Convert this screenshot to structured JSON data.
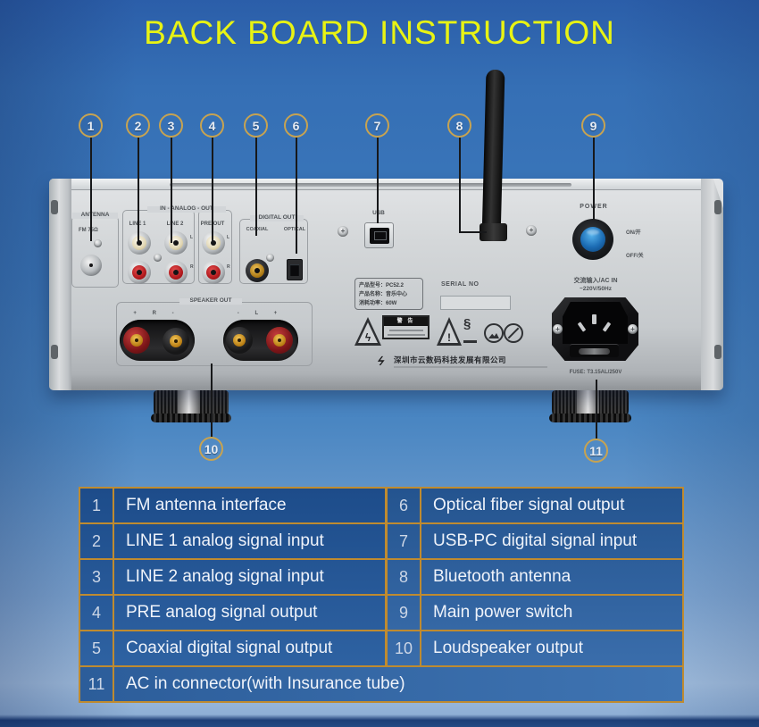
{
  "title": "BACK BOARD INSTRUCTION",
  "colors": {
    "background_blue": "#3a76ba",
    "title_yellow": "#e8f313",
    "callout_gold": "#c7a351",
    "table_border_gold": "#bf8b30",
    "table_blue": "#235593",
    "panel_silver": "#cfd3d6",
    "power_button_blue": "#1f7fd4"
  },
  "callouts": [
    "1",
    "2",
    "3",
    "4",
    "5",
    "6",
    "7",
    "8",
    "9",
    "10",
    "11"
  ],
  "panel": {
    "antenna": "ANTENNA",
    "fm": "FM 75Ω",
    "analog_header": "IN - ANALOG - OUT",
    "line1": "LINE 1",
    "line2": "LINE 2",
    "preout": "PRE OUT",
    "l": "L",
    "r": "R",
    "digital_header": "DIGITAL OUT",
    "coaxial": "COAXIAL",
    "optical": "OPTICAL",
    "usb": "USB",
    "power": "POWER",
    "on": "ON/开",
    "off": "OFF/关",
    "ac_in": "交流输入/AC IN",
    "ac_volt": "~220V/50Hz",
    "fuse": "FUSE: T3.15AL/250V",
    "speaker_header": "SPEAKER OUT",
    "spk_right_marks": "+ R -",
    "spk_left_marks": "- L +",
    "product_line1": "产品型号：PC52.2",
    "product_line2": "产品名称：音乐中心",
    "product_line3": "消耗功率：60W",
    "serial": "SERIAL NO",
    "warning": "警 告",
    "company": "深圳市云数码科技发展有限公司"
  },
  "legend": {
    "rows": [
      {
        "num": "1",
        "desc": "FM antenna interface"
      },
      {
        "num": "2",
        "desc": "LINE 1 analog signal input"
      },
      {
        "num": "3",
        "desc": "LINE 2 analog signal input"
      },
      {
        "num": "4",
        "desc": "PRE analog signal output"
      },
      {
        "num": "5",
        "desc": "Coaxial digital signal output"
      },
      {
        "num": "6",
        "desc": "Optical fiber signal output"
      },
      {
        "num": "7",
        "desc": "USB-PC digital signal input"
      },
      {
        "num": "8",
        "desc": "Bluetooth antenna"
      },
      {
        "num": "9",
        "desc": "Main power switch"
      },
      {
        "num": "10",
        "desc": "Loudspeaker output"
      },
      {
        "num": "11",
        "desc": "AC in connector(with Insurance tube)"
      }
    ]
  }
}
